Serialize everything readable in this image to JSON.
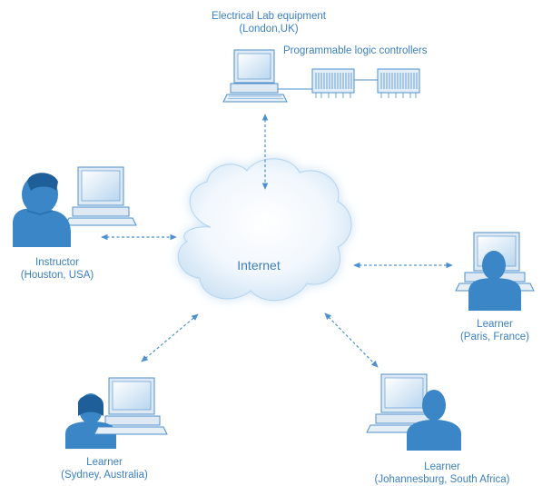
{
  "lab": {
    "title": "Electrical Lab equipment",
    "location": "(London,UK)",
    "plc_label": "Programmable logic controllers"
  },
  "cloud": {
    "label": "Internet"
  },
  "instructor": {
    "role": "Instructor",
    "location": "(Houston, USA)"
  },
  "learner_paris": {
    "role": "Learner",
    "location": "(Paris, France)"
  },
  "learner_sydney": {
    "role": "Learner",
    "location": "(Sydney, Australia)"
  },
  "learner_johannesburg": {
    "role": "Learner",
    "location": "(Johannesburg, South Africa)"
  },
  "colors": {
    "label_text": "#3a7fc1",
    "figure_fill": "#3b86c6",
    "connector": "#4d90cf",
    "cloud_edge": "#b4d4ee",
    "cloud_fill": "#eef6fd"
  }
}
